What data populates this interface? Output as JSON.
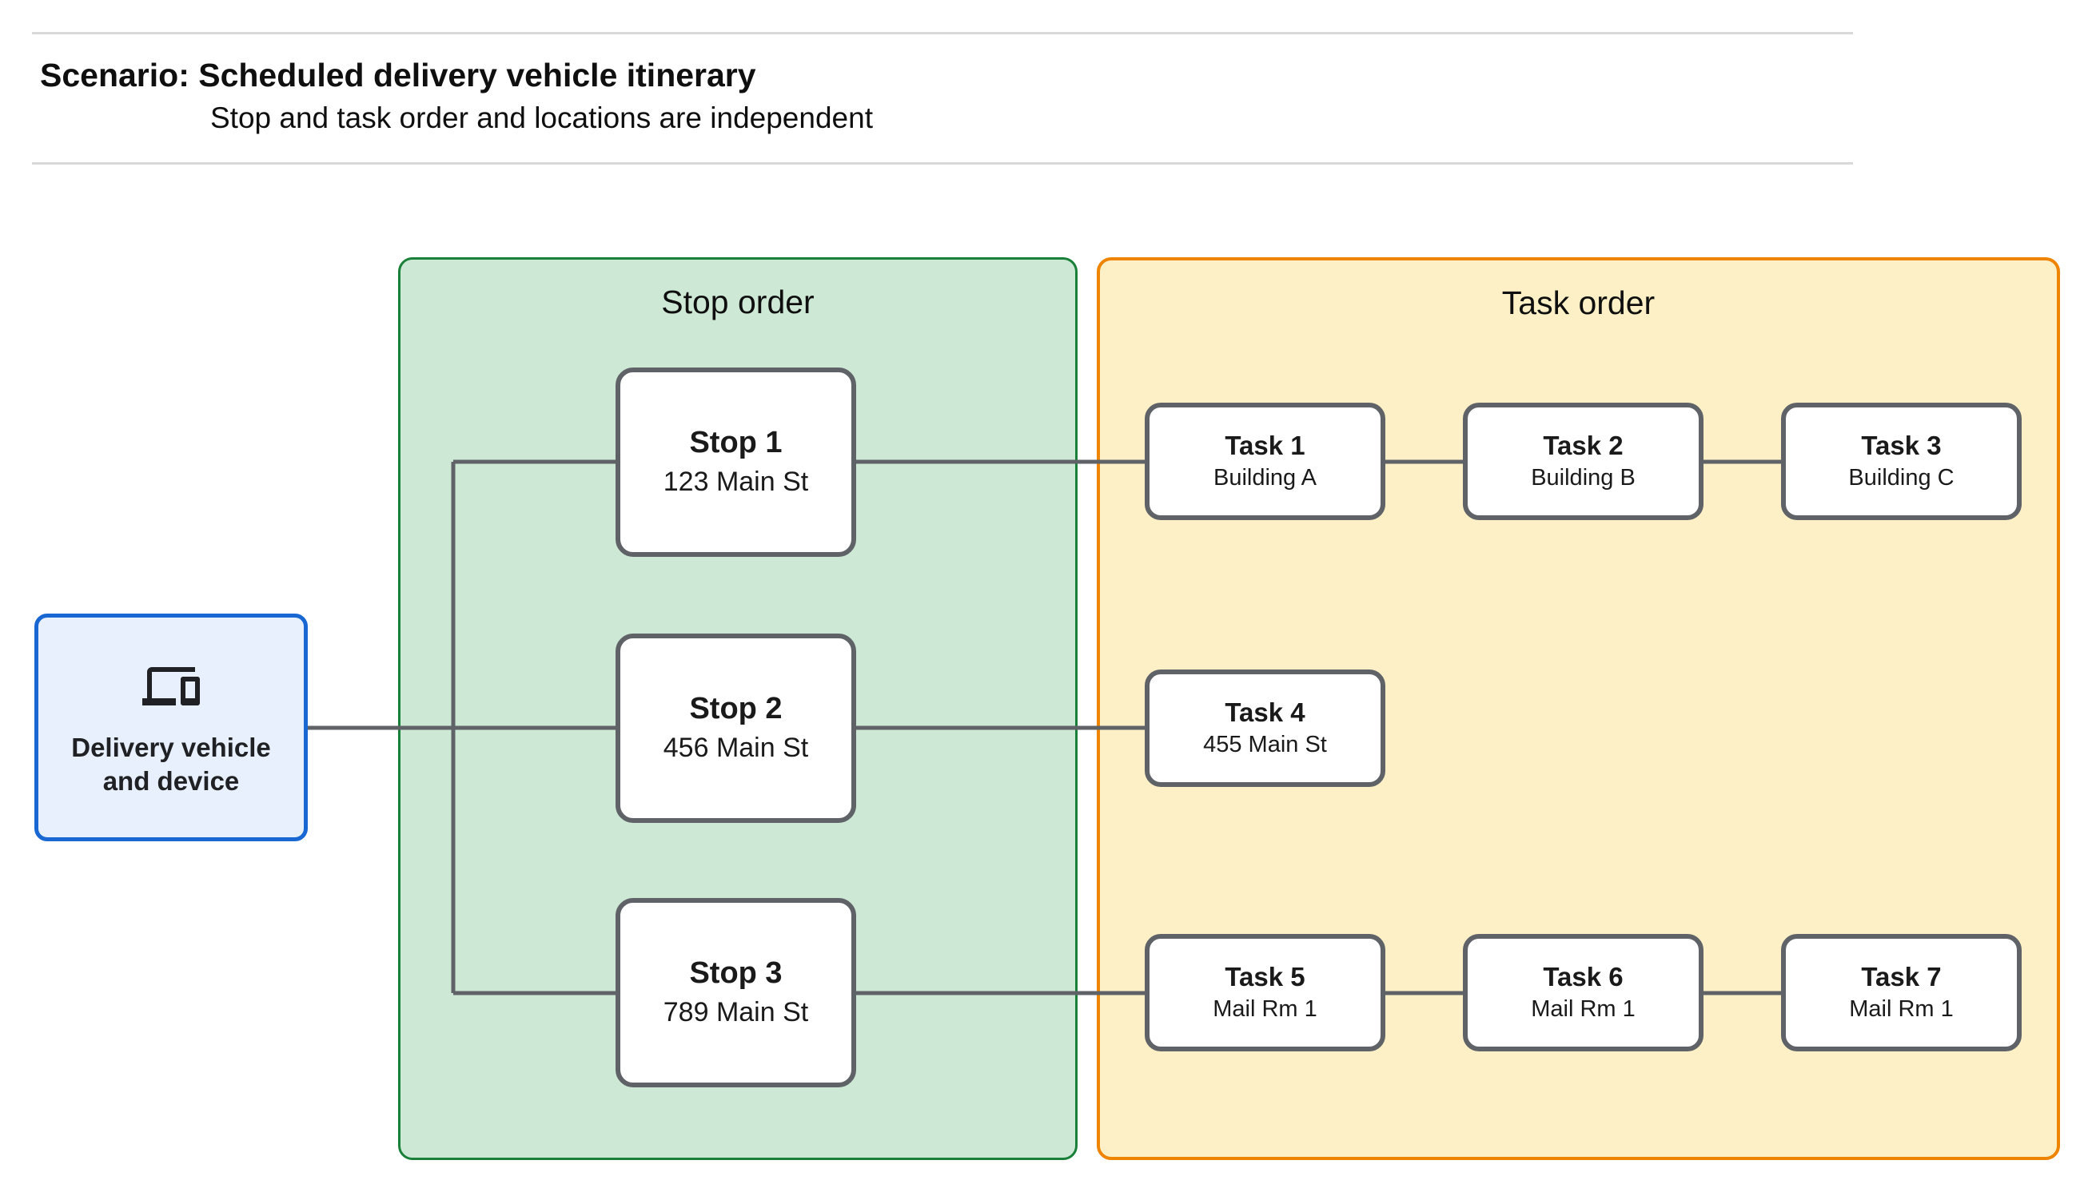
{
  "header": {
    "title": "Scenario: Scheduled delivery vehicle itinerary",
    "subtitle": "Stop and task order and locations are independent"
  },
  "device": {
    "label": "Delivery vehicle and device",
    "icon": "devices-icon"
  },
  "groups": {
    "stop_order": {
      "title": "Stop order"
    },
    "task_order": {
      "title": "Task order"
    }
  },
  "stops": [
    {
      "title": "Stop 1",
      "location": "123 Main St"
    },
    {
      "title": "Stop 2",
      "location": "456 Main St"
    },
    {
      "title": "Stop 3",
      "location": "789 Main St"
    }
  ],
  "tasks": [
    {
      "title": "Task 1",
      "location": "Building A"
    },
    {
      "title": "Task 2",
      "location": "Building B"
    },
    {
      "title": "Task 3",
      "location": "Building C"
    },
    {
      "title": "Task 4",
      "location": "455 Main St"
    },
    {
      "title": "Task 5",
      "location": "Mail Rm 1"
    },
    {
      "title": "Task 6",
      "location": "Mail Rm 1"
    },
    {
      "title": "Task 7",
      "location": "Mail Rm 1"
    }
  ],
  "colors": {
    "stop_group_fill": "#CEE8D6",
    "stop_group_border": "#188038",
    "task_group_fill": "#FDF0C6",
    "task_group_border": "#EE8400",
    "device_fill": "#E8F0FE",
    "device_border": "#1967D2",
    "node_border": "#5F6368",
    "connector": "#5F6368",
    "divider": "#D9D9D9"
  }
}
